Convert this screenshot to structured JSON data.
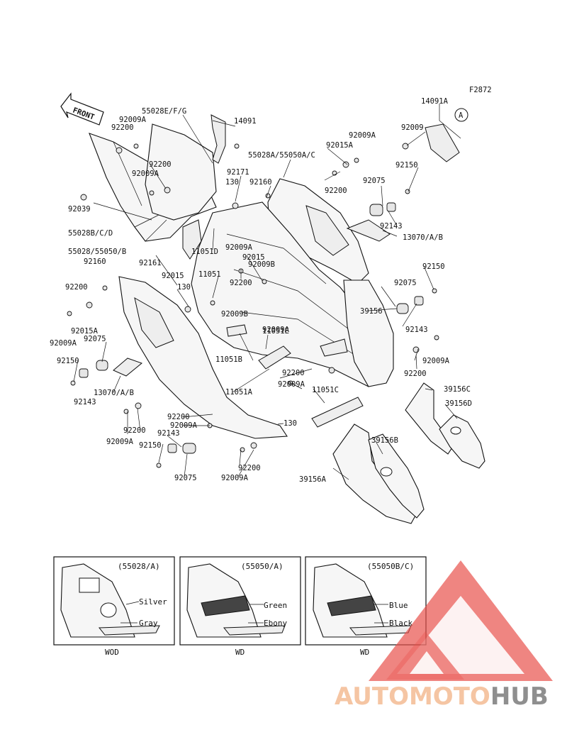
{
  "figure_code": "F2872",
  "front_marker": "FRONT",
  "callout_letter": "A",
  "part_labels": [
    "14091A",
    "14091",
    "92009",
    "92009A",
    "92015A",
    "92200",
    "92150",
    "92075",
    "92143",
    "13070/A/B",
    "55028E/F/G",
    "92009A",
    "92200",
    "92200",
    "92009A",
    "92039",
    "55028B/C/D",
    "92171",
    "130",
    "55028A/55050A/C",
    "92160",
    "11051D",
    "55028/55050/B",
    "92160",
    "92161",
    "92015",
    "130",
    "11051",
    "92009A",
    "92015",
    "92009B",
    "92200",
    "92009B",
    "92200",
    "92015A",
    "92009A",
    "92075",
    "92150",
    "92143",
    "13070/A/B",
    "92009A",
    "92200",
    "11051E",
    "11051B",
    "92200",
    "92009A",
    "11051A",
    "11051C",
    "130",
    "92200",
    "92009A",
    "92143",
    "92150",
    "92075",
    "92200",
    "92009A",
    "39156",
    "92075",
    "92150",
    "92143",
    "92009A",
    "92200",
    "39156C",
    "39156D",
    "39156B",
    "39156A"
  ],
  "color_variants": [
    {
      "code": "(55028/A)",
      "colors": [
        "Silver",
        "Gray"
      ],
      "footer": "WOD"
    },
    {
      "code": "(55050/A)",
      "colors": [
        "Green",
        "Ebony"
      ],
      "footer": "WD"
    },
    {
      "code": "(55050B/C)",
      "colors": [
        "Blue",
        "Black"
      ],
      "footer": "WD"
    }
  ],
  "watermark": {
    "prefix": "AUTOMOTO",
    "suffix": "HUB",
    "accent": "#e8504a",
    "accent_light": "#f4b98f",
    "gray": "#777777"
  }
}
